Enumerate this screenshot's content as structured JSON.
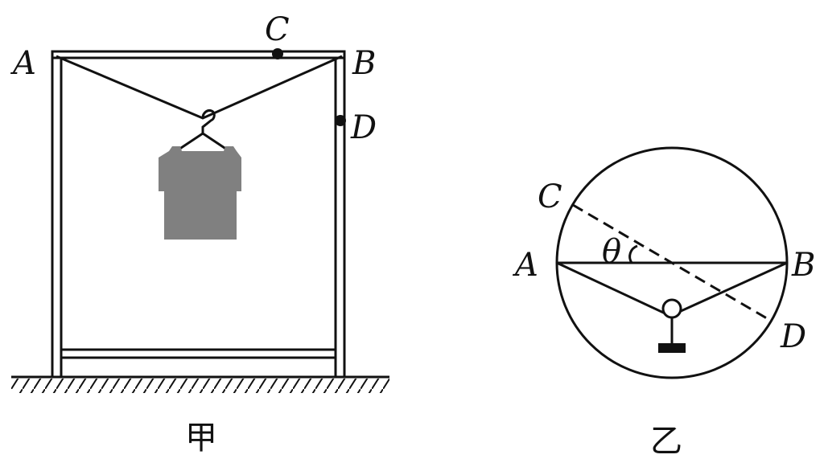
{
  "figure_a": {
    "caption": "甲",
    "point_labels": {
      "A": "A",
      "B": "B",
      "C": "C",
      "D": "D"
    }
  },
  "figure_b": {
    "caption": "乙",
    "point_labels": {
      "A": "A",
      "B": "B",
      "C": "C",
      "D": "D"
    },
    "angle_label": "θ"
  },
  "colors": {
    "ink": "#111111",
    "garment": "#808080",
    "background": "#ffffff"
  }
}
